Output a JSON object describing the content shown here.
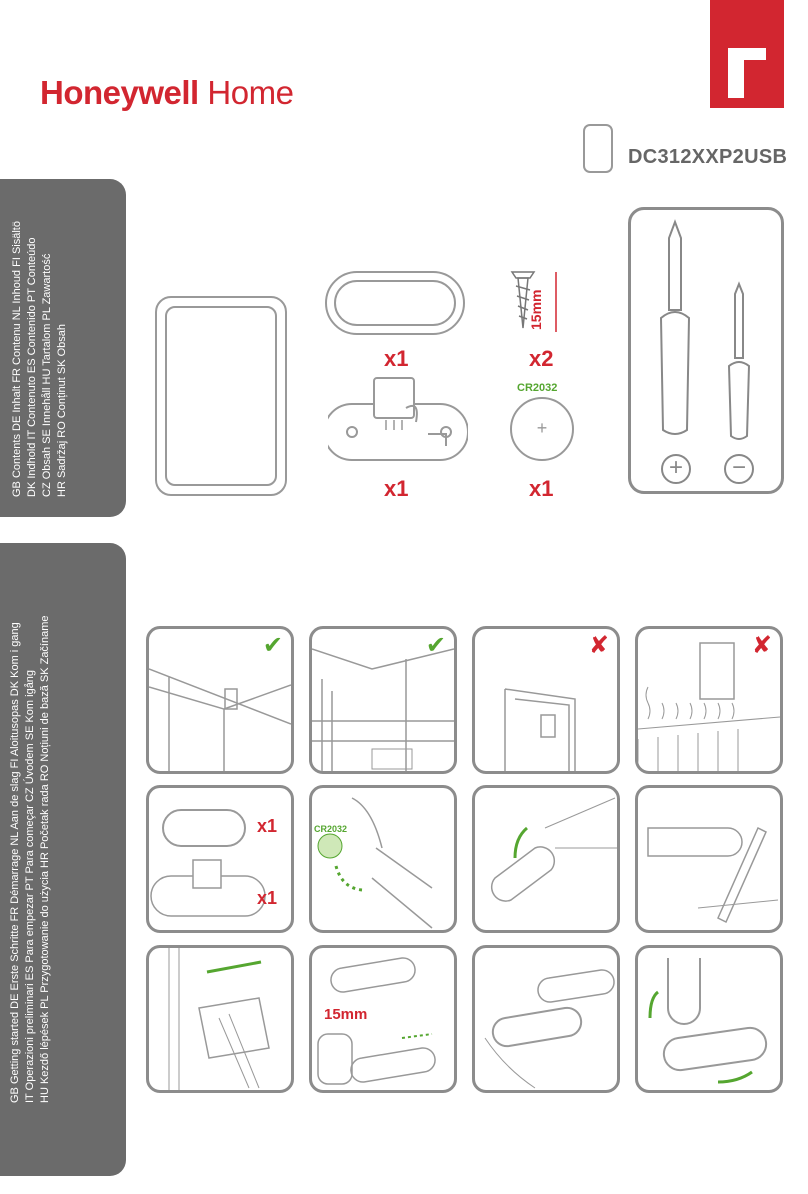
{
  "brand": {
    "bold": "Honeywell",
    "light": "Home"
  },
  "model": "DC312XXP2USB",
  "contents": {
    "lines": [
      "GB Contents DE Inhalt FR Contenu NL Inhoud FI Sisältö",
      "DK Indhold IT Contenuto ES Contenido PT Conteúdo",
      "CZ Obsah SE Innehåll HU Tartalom PL Zawartość",
      "HR Sadržaj RO Conținut SK Obsah"
    ],
    "items": [
      {
        "qty": "x1"
      },
      {
        "qty": "x2",
        "label": "15mm"
      },
      {
        "qty": "x1"
      },
      {
        "qty": "x1",
        "label": "CR2032"
      }
    ],
    "tools": {
      "plus": "+",
      "minus": "−"
    }
  },
  "getting_started": {
    "lines": [
      "GB Getting started DE Erste Schritte FR Démarrage NL Aan de slag FI Aloitusopas DK Kom i gang",
      "IT Operazioni preliminari ES Para empezar PT Para começar CZ Úvodem SE Kom igång",
      "HU Kezdő lépések PL Przygotowanie do użycia HR Početak rada RO Noțiuni de bază SK Začíname"
    ],
    "checks": [
      "✔",
      "✔",
      "✘",
      "✘"
    ],
    "step_qty": [
      "x1",
      "x1"
    ],
    "battery": "CR2032",
    "screw": "15mm"
  },
  "colors": {
    "accent": "#d22630",
    "ok": "#55a630",
    "frame": "#8c8c8c",
    "tab": "#6b6b6b"
  }
}
